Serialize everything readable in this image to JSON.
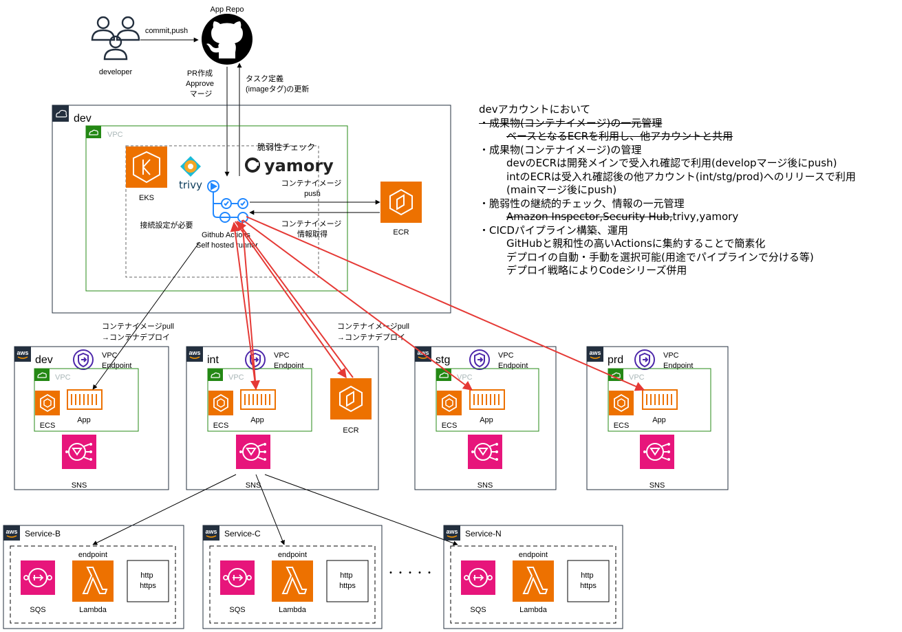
{
  "actors": {
    "developer": "developer",
    "commit_push": "commit,push",
    "app_repo": "App Repo",
    "pr_lines": [
      "PR作成",
      "Approve",
      "マージ"
    ],
    "task_def_lines": [
      "タスク定義",
      "(imageタグ)の更新"
    ]
  },
  "dev_account": {
    "title": "dev",
    "vpc": "VPC",
    "vuln_check": "脆弱性チェック",
    "yamory": "yamory",
    "trivy": "trivy",
    "eks": "EKS",
    "conn_setting": "接続設定が必要",
    "gha_lines": [
      "Github Actions",
      "Self hosted runner"
    ],
    "push_lines": [
      "コンテナイメージ",
      "push"
    ],
    "fetch_lines": [
      "コンテナイメージ",
      "情報取得"
    ],
    "ecr": "ECR"
  },
  "pull_left_lines": [
    "コンテナイメージpull",
    "→コンテナデプロイ"
  ],
  "pull_right_lines": [
    "コンテナイメージpull",
    "→コンテナデプロイ"
  ],
  "env_accounts": [
    {
      "title": "dev",
      "endpoint_lines": [
        "VPC",
        "Endpoint"
      ],
      "vpc": "VPC",
      "ecs": "ECS",
      "app": "App",
      "sns": "SNS"
    },
    {
      "title": "int",
      "endpoint_lines": [
        "VPC",
        "Endpoint"
      ],
      "vpc": "VPC",
      "ecs": "ECS",
      "app": "App",
      "sns": "SNS",
      "ecr": "ECR"
    },
    {
      "title": "stg",
      "endpoint_lines": [
        "VPC",
        "Endpoint"
      ],
      "vpc": "VPC",
      "ecs": "ECS",
      "app": "App",
      "sns": "SNS"
    },
    {
      "title": "prd",
      "endpoint_lines": [
        "VPC",
        "Endpoint"
      ],
      "vpc": "VPC",
      "ecs": "ECS",
      "app": "App",
      "sns": "SNS"
    }
  ],
  "services": [
    {
      "title": "Service-B",
      "endpoint": "endpoint",
      "sqs": "SQS",
      "lambda": "Lambda",
      "http_lines": [
        "http",
        "https"
      ]
    },
    {
      "title": "Service-C",
      "endpoint": "endpoint",
      "sqs": "SQS",
      "lambda": "Lambda",
      "http_lines": [
        "http",
        "https"
      ]
    },
    {
      "title": "Service-N",
      "endpoint": "endpoint",
      "sqs": "SQS",
      "lambda": "Lambda",
      "http_lines": [
        "http",
        "https"
      ]
    }
  ],
  "ellipsis": "・・・・・",
  "notes": [
    {
      "text": "devアカウントにおいて",
      "indent": 0,
      "strike": false
    },
    {
      "text": "・成果物(コンテナイメージ)の一元管理",
      "indent": 0,
      "strike": true
    },
    {
      "text": "ベースとなるECRを利用し、他アカウントと共用",
      "indent": 1,
      "strike": true
    },
    {
      "text": "・成果物(コンテナイメージ)の管理",
      "indent": 0,
      "strike": false
    },
    {
      "text": "devのECRは開発メインで受入れ確認で利用(developマージ後にpush)",
      "indent": 1,
      "strike": false
    },
    {
      "text": "intのECRは受入れ確認後の他アカウント(int/stg/prod)へのリリースで利用",
      "indent": 1,
      "strike": false
    },
    {
      "text": "(mainマージ後にpush)",
      "indent": 1,
      "strike": false
    },
    {
      "text": "・脆弱性の継続的チェック、情報の一元管理",
      "indent": 0,
      "strike": false
    },
    {
      "text": "Amazon Inspector,Security Hub,",
      "indent": 1,
      "strike": true,
      "suffix": "trivy,yamory"
    },
    {
      "text": "・CICDパイプライン構築、運用",
      "indent": 0,
      "strike": false
    },
    {
      "text": "GitHubと親和性の高いActionsに集約することで簡素化",
      "indent": 1,
      "strike": false
    },
    {
      "text": "デプロイの自動・手動を選択可能(用途でパイプラインで分ける等)",
      "indent": 1,
      "strike": false
    },
    {
      "text": "デプロイ戦略によりCodeシリーズ併用",
      "indent": 1,
      "strike": false
    }
  ],
  "colors": {
    "aws_orange": "#ed7100",
    "sns_pink": "#e7157b",
    "vpc_green": "#248814",
    "gha_blue": "#2188ff",
    "red_arrow": "#e53935"
  }
}
